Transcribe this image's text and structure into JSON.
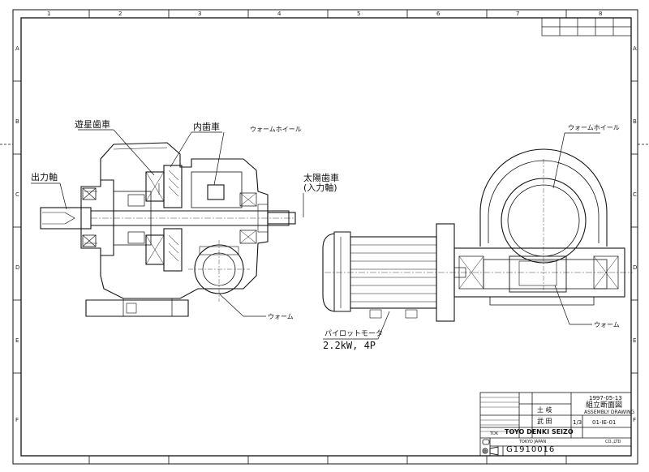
{
  "drawing": {
    "left_view": {
      "labels": {
        "planet_gear": "遊星歯車",
        "internal_gear": "内歯車",
        "worm_wheel": "ウォームホイール",
        "output_shaft": "出力軸",
        "sun_gear": "太陽歯車",
        "input_shaft": "(入力軸)",
        "worm": "ウォーム"
      }
    },
    "right_view": {
      "labels": {
        "worm_wheel": "ウォームホイール",
        "pilot_motor": "パイロットモータ",
        "motor_spec": "2.2kW, 4P",
        "worm": "ウォーム"
      }
    },
    "zones": {
      "columns_top": [
        "1",
        "2",
        "3",
        "4",
        "5",
        "6",
        "7",
        "8"
      ],
      "rows_side": [
        "A",
        "B",
        "C",
        "D",
        "E",
        "F"
      ]
    }
  },
  "title_block": {
    "date": "1997-05-13",
    "title_jp": "組立断面図",
    "title_en": "ASSEMBLY DRAWING",
    "name_1": "土 岐",
    "name_2": "武 田",
    "scale": "1/3",
    "code": "01-IE-01",
    "company": "TOYO DENKI SEIZO",
    "company_sub": "TOKYO JAPAN",
    "company_suffix": "CO.,LTD",
    "drawing_number": "G1910016",
    "logo": "TDK"
  }
}
